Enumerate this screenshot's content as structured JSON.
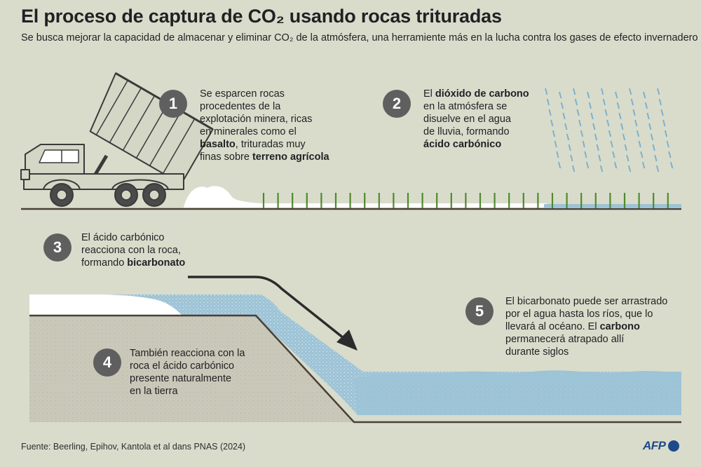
{
  "title": "El proceso de captura de CO₂ usando rocas trituradas",
  "subtitle": "Se busca mejorar la capacidad de almacenar y eliminar CO₂ de la atmósfera, una herramiente más en la lucha contra los gases de efecto invernadero",
  "steps": [
    {
      "num": "1",
      "lines": [
        [
          "Se esparcen rocas"
        ],
        [
          "procedentes de la"
        ],
        [
          "explotación minera, ricas"
        ],
        [
          "en minerales como el"
        ],
        [
          "",
          "basalto",
          ", trituradas muy"
        ],
        [
          "finas sobre ",
          "terreno agrícola",
          ""
        ]
      ]
    },
    {
      "num": "2",
      "lines": [
        [
          "El ",
          "dióxido de carbono",
          ""
        ],
        [
          "en la atmósfera se"
        ],
        [
          "disuelve en el agua"
        ],
        [
          "de lluvia, formando"
        ],
        [
          "",
          "ácido carbónico",
          ""
        ]
      ]
    },
    {
      "num": "3",
      "lines": [
        [
          "El ácido carbónico"
        ],
        [
          "reacciona con la roca,"
        ],
        [
          "formando ",
          "bicarbonato",
          ""
        ]
      ]
    },
    {
      "num": "4",
      "lines": [
        [
          "También reacciona con la"
        ],
        [
          "roca el ácido carbónico"
        ],
        [
          "presente naturalmente"
        ],
        [
          "en la tierra"
        ]
      ]
    },
    {
      "num": "5",
      "lines": [
        [
          "El bicarbonato puede ser arrastrado"
        ],
        [
          "por el agua hasta los ríos, que lo"
        ],
        [
          "llevará al océano. El ",
          "carbono",
          ""
        ],
        [
          "permanecerá atrapado allí"
        ],
        [
          "durante siglos"
        ]
      ]
    }
  ],
  "source": "Fuente: Beerling, Epihov, Kantola et al dans PNAS (2024)",
  "logo": "AFP",
  "icons": [
    "dump-truck-icon",
    "crop-sprouts-icon",
    "rain-icon",
    "arrow-icon"
  ],
  "colors": {
    "background": "#d9dccb",
    "water": "#9dc3d6",
    "soil": "#c9c8b9",
    "step_circle": "#5f5f5f",
    "afp_blue": "#1d4a8a"
  }
}
